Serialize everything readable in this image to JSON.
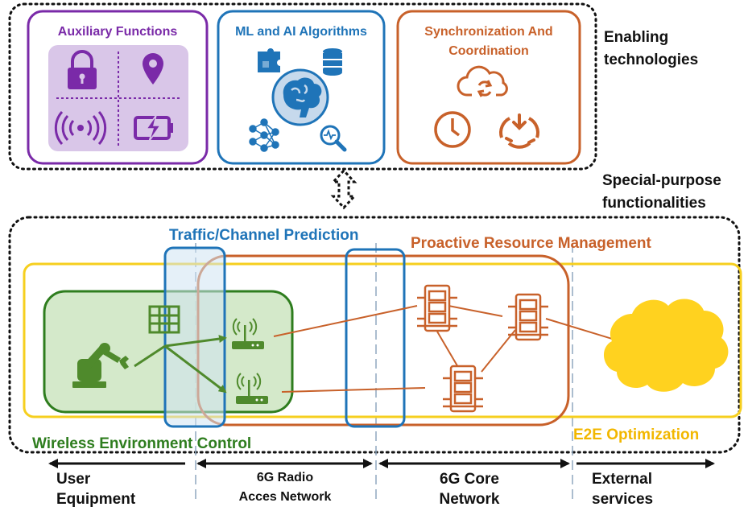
{
  "enabling": {
    "label_line1": "Enabling",
    "label_line2": "technologies",
    "auxiliary": {
      "title": "Auxiliary Functions",
      "color": "#7a2aa8",
      "fill": "#d9c6e8",
      "icons": [
        "lock-icon",
        "location-pin-icon",
        "wireless-signal-icon",
        "battery-charging-icon"
      ]
    },
    "ml_ai": {
      "title": "ML and AI Algorithms",
      "color": "#1f74b8",
      "icons": [
        "puzzle-icon",
        "database-icon",
        "brain-icon",
        "neural-network-icon",
        "analytics-search-icon"
      ]
    },
    "sync": {
      "title_line1": "Synchronization And",
      "title_line2": "Coordination",
      "color": "#c8612a",
      "icons": [
        "cloud-sync-icon",
        "clock-icon",
        "coordination-cycle-icon"
      ]
    }
  },
  "special": {
    "label_line1": "Special-purpose",
    "label_line2": "functionalities"
  },
  "functions": {
    "traffic_prediction": {
      "label": "Traffic/Channel Prediction",
      "color": "#1f74b8"
    },
    "proactive_rm": {
      "label": "Proactive Resource Management",
      "color": "#c8612a"
    },
    "e2e": {
      "label": "E2E Optimization",
      "color": "#f2b700"
    },
    "wireless_env": {
      "label": "Wireless Environment Control",
      "color": "#2e7d1e"
    }
  },
  "domains": [
    {
      "line1": "User",
      "line2": "Equipment"
    },
    {
      "line1": "6G Radio",
      "line2": "Acces Network"
    },
    {
      "line1": "6G Core",
      "line2": "Network"
    },
    {
      "line1": "External",
      "line2": "services"
    }
  ],
  "colors": {
    "wireless_fill": "#c9e3bd",
    "wireless_stroke": "#2e7d1e",
    "core": "#c8612a",
    "cloud": "#ffd21f",
    "frame": "#111111"
  }
}
